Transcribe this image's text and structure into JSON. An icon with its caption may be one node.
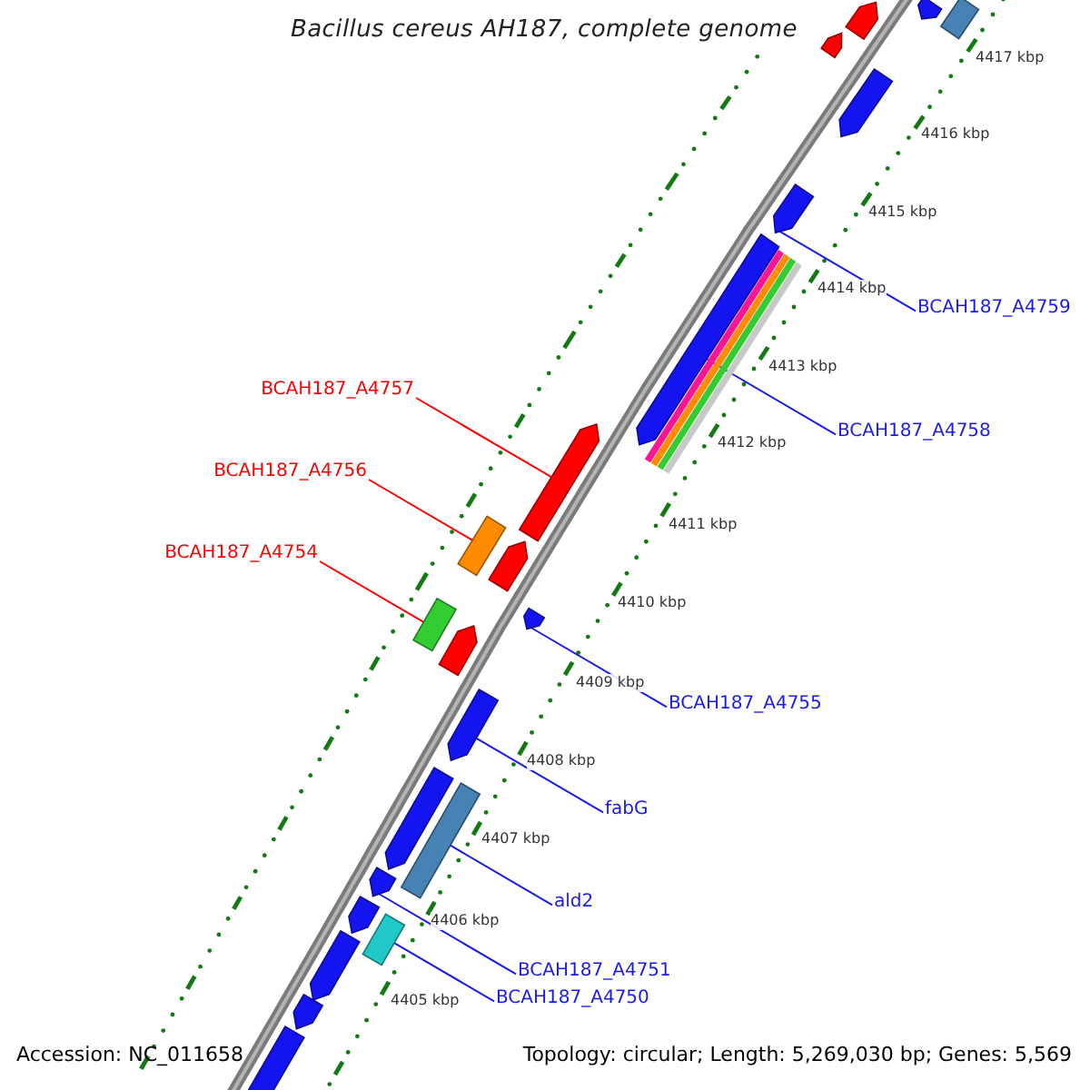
{
  "diagram": {
    "title": "Bacillus cereus AH187, complete genome",
    "nodes": [
      {
        "text": [
          "BCAH187_A4759"
        ]
      },
      {
        "text": [
          "BCAH187_A4757"
        ]
      },
      {
        "text": [
          "BCAH187_A4758"
        ]
      },
      {
        "text": [
          "BCAH187_A4756"
        ]
      },
      {
        "text": [
          "BCAH187_A4754"
        ]
      },
      {
        "text": [
          "BCAH187_A4755"
        ]
      },
      {
        "text": [
          "fabG"
        ]
      },
      {
        "text": [
          "ald2"
        ]
      },
      {
        "text": [
          "BCAH187_A4751"
        ]
      },
      {
        "text": [
          "BCAH187_A4750"
        ]
      },
      {
        "text": [],
        "shape": "arrow"
      },
      {
        "text": [],
        "shape": "box"
      },
      {
        "text": [],
        "shape": "arrow"
      },
      {
        "text": [],
        "shape": "arrow"
      },
      {
        "text": [],
        "shape": "arrow"
      },
      {
        "text": [],
        "shape": "arrow"
      },
      {
        "text": [],
        "shape": "arrow"
      },
      {
        "text": [],
        "shape": "bar"
      },
      {
        "text": [],
        "shape": "bar"
      },
      {
        "text": [],
        "shape": "bar"
      },
      {
        "text": [],
        "shape": "bar"
      },
      {
        "text": [],
        "shape": "arrow"
      },
      {
        "text": [],
        "shape": "box"
      },
      {
        "text": [],
        "shape": "arrow"
      },
      {
        "text": [],
        "shape": "arrow"
      },
      {
        "text": [],
        "shape": "box"
      },
      {
        "text": [],
        "shape": "arrow"
      },
      {
        "text": [],
        "shape": "arrow"
      },
      {
        "text": [],
        "shape": "arrow"
      },
      {
        "text": [],
        "shape": "box"
      },
      {
        "text": [],
        "shape": "arrow"
      },
      {
        "text": [],
        "shape": "arrow"
      },
      {
        "text": [],
        "shape": "box"
      },
      {
        "text": [],
        "shape": "arrow"
      },
      {
        "text": [],
        "shape": "arrow"
      },
      {
        "text": [],
        "shape": "arrow"
      }
    ],
    "edges": [
      {
        "from": 0,
        "to": 15,
        "arrow": "none"
      },
      {
        "from": 1,
        "to": 21,
        "arrow": "none",
        "color": "#ff0000"
      },
      {
        "from": 2,
        "to": 16,
        "arrow": "none"
      },
      {
        "from": 3,
        "to": 22,
        "arrow": "none",
        "color": "#ff0000"
      },
      {
        "from": 4,
        "to": 25,
        "arrow": "none",
        "color": "#ff0000"
      },
      {
        "from": 5,
        "to": 24,
        "arrow": "none"
      },
      {
        "from": 6,
        "to": 27,
        "arrow": "none"
      },
      {
        "from": 7,
        "to": 29,
        "arrow": "none"
      },
      {
        "from": 8,
        "to": 30,
        "arrow": "none"
      },
      {
        "from": 9,
        "to": 32,
        "arrow": "none"
      }
    ],
    "labels": [
      "4417 kbp",
      "4416 kbp",
      "4415 kbp",
      "4414 kbp",
      "4413 kbp",
      "4412 kbp",
      "4411 kbp",
      "4410 kbp",
      "4409 kbp",
      "4408 kbp",
      "4407 kbp",
      "4406 kbp",
      "4405 kbp",
      "Accession: NC_011658",
      "Topology: circular; Length: 5,269,030 bp; Genes: 5,569"
    ]
  }
}
